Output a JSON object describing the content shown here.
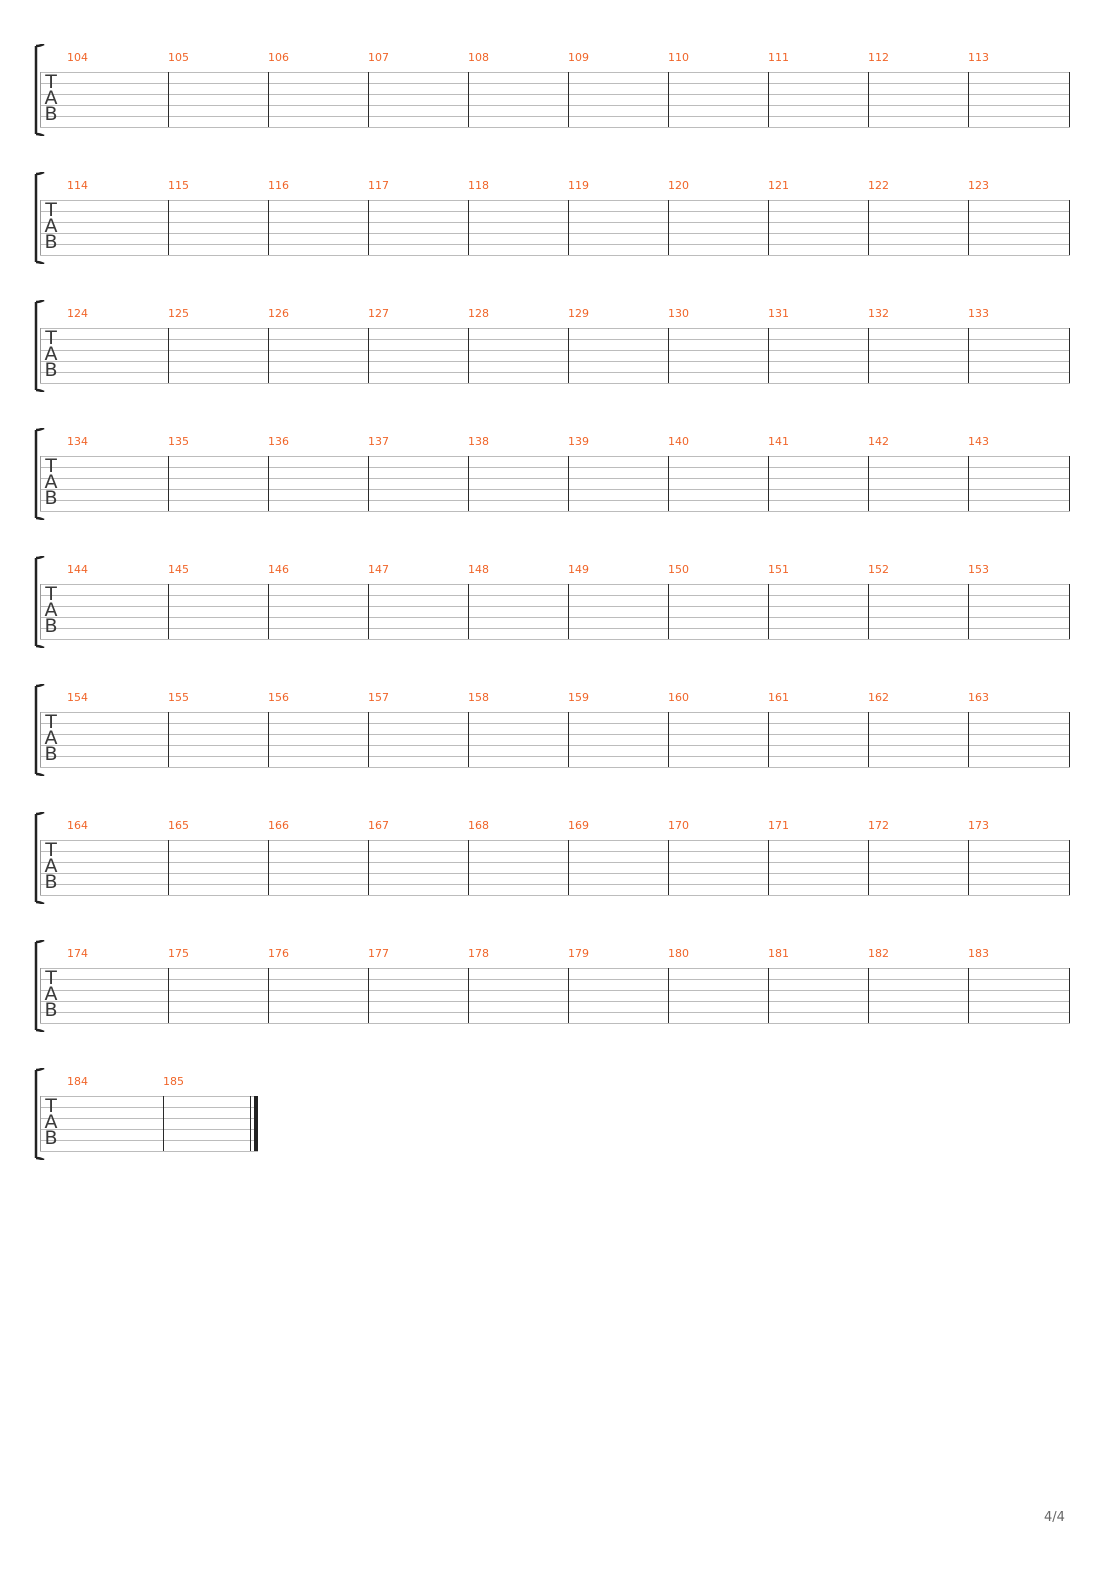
{
  "tab_clef": [
    "T",
    "A",
    "B"
  ],
  "page_number": "4/4",
  "systems": [
    {
      "measures": [
        "104",
        "105",
        "106",
        "107",
        "108",
        "109",
        "110",
        "111",
        "112",
        "113"
      ],
      "final": false
    },
    {
      "measures": [
        "114",
        "115",
        "116",
        "117",
        "118",
        "119",
        "120",
        "121",
        "122",
        "123"
      ],
      "final": false
    },
    {
      "measures": [
        "124",
        "125",
        "126",
        "127",
        "128",
        "129",
        "130",
        "131",
        "132",
        "133"
      ],
      "final": false
    },
    {
      "measures": [
        "134",
        "135",
        "136",
        "137",
        "138",
        "139",
        "140",
        "141",
        "142",
        "143"
      ],
      "final": false
    },
    {
      "measures": [
        "144",
        "145",
        "146",
        "147",
        "148",
        "149",
        "150",
        "151",
        "152",
        "153"
      ],
      "final": false
    },
    {
      "measures": [
        "154",
        "155",
        "156",
        "157",
        "158",
        "159",
        "160",
        "161",
        "162",
        "163"
      ],
      "final": false
    },
    {
      "measures": [
        "164",
        "165",
        "166",
        "167",
        "168",
        "169",
        "170",
        "171",
        "172",
        "173"
      ],
      "final": false
    },
    {
      "measures": [
        "174",
        "175",
        "176",
        "177",
        "178",
        "179",
        "180",
        "181",
        "182",
        "183"
      ],
      "final": false
    },
    {
      "measures": [
        "184",
        "185"
      ],
      "final": true
    }
  ]
}
